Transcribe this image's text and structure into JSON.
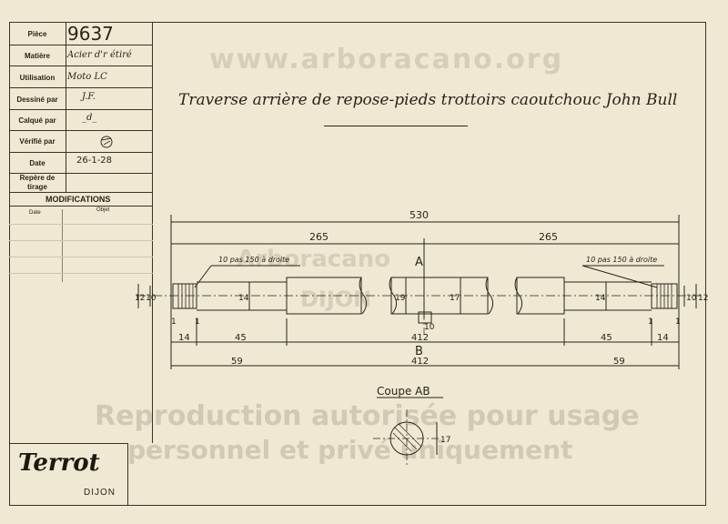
{
  "title_block": {
    "piece_label": "Pièce",
    "piece_value": "9637",
    "matiere_label": "Matière",
    "matiere_value": "Acier d'r étiré",
    "utilisation_label": "Utilisation",
    "utilisation_value": "Moto LC",
    "dessine_label": "Dessiné par",
    "dessine_value": "J.F.",
    "calque_label": "Calqué par",
    "calque_value": "_d_",
    "verifie_label": "Vérifié par",
    "date_label": "Date",
    "date_value": "26-1-28",
    "repere_label": "Repère de tirage"
  },
  "modifications": {
    "heading": "MODIFICATIONS",
    "date_col": "Date",
    "objet_col": "Objet"
  },
  "logo": {
    "brand": "Terrot",
    "city": "DIJON"
  },
  "drawing": {
    "title": "Traverse arrière de repose-pieds trottoirs caoutchouc John Bull",
    "dim_total": "530",
    "dim_half_left": "265",
    "dim_half_right": "265",
    "thread_left": "10 pas 150 à droite",
    "thread_right": "10 pas 150 à droite",
    "section_a": "A",
    "section_b": "B",
    "dia_12_left": "12",
    "dia_10_left": "10",
    "dia_14_left": "14",
    "dia_19": "19",
    "dia_17": "17",
    "dia_14_right": "14",
    "dia_10_right": "10",
    "dia_12_right": "12",
    "dim_1_left": "1",
    "dim_1_left2": "1",
    "dim_1_right": "1",
    "dim_1_right2": "1",
    "dim_10": "10",
    "dim_412_a": "412",
    "dim_14_left": "14",
    "dim_45_left": "45",
    "dim_45_right": "45",
    "dim_14_right": "14",
    "dim_59_left": "59",
    "dim_412_b": "412",
    "dim_59_right": "59",
    "coupe_label": "Coupe AB",
    "coupe_dia": "17"
  },
  "watermark": {
    "site": "www.arboracano.org",
    "stamp_top": "Arboracano",
    "stamp_bottom": "DIJON",
    "line1": "Reproduction autorisée pour usage",
    "line2": "personnel et privé uniquement"
  }
}
